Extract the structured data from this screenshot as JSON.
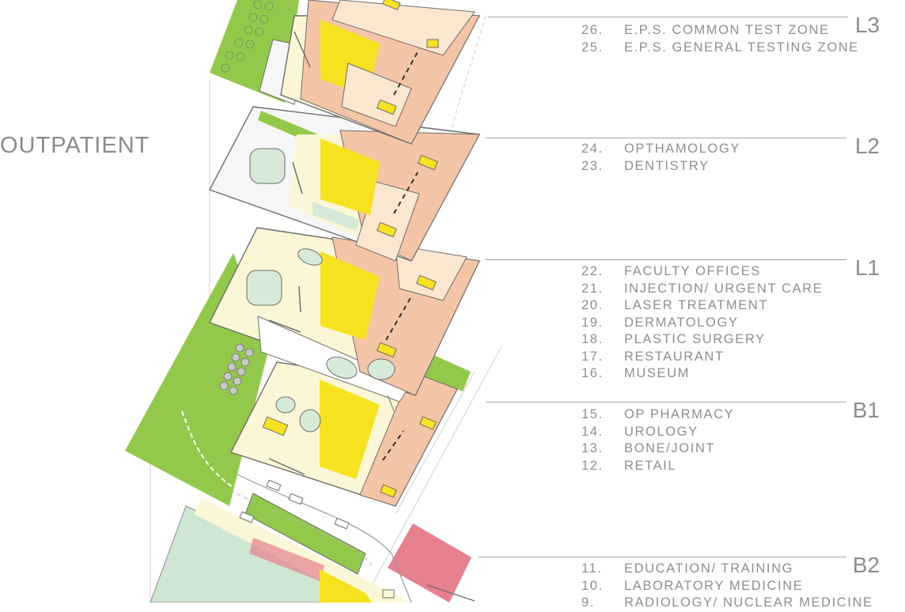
{
  "section_title": "OUTPATIENT",
  "levels": [
    {
      "id": "L3",
      "label": "L3",
      "rooms": [
        {
          "num": "26.",
          "name": "E.P.S. COMMON TEST ZONE"
        },
        {
          "num": "25.",
          "name": "E.P.S. GENERAL TESTING ZONE"
        }
      ]
    },
    {
      "id": "L2",
      "label": "L2",
      "rooms": [
        {
          "num": "24.",
          "name": "OPTHAMOLOGY"
        },
        {
          "num": "23.",
          "name": "DENTISTRY"
        }
      ]
    },
    {
      "id": "L1",
      "label": "L1",
      "rooms": [
        {
          "num": "22.",
          "name": "FACULTY OFFICES"
        },
        {
          "num": "21.",
          "name": "INJECTION/ URGENT CARE"
        },
        {
          "num": "20.",
          "name": "LASER TREATMENT"
        },
        {
          "num": "19.",
          "name": "DERMATOLOGY"
        },
        {
          "num": "18.",
          "name": "PLASTIC SURGERY"
        },
        {
          "num": "17.",
          "name": "RESTAURANT"
        },
        {
          "num": "16.",
          "name": "MUSEUM"
        }
      ]
    },
    {
      "id": "B1",
      "label": "B1",
      "rooms": [
        {
          "num": "15.",
          "name": "OP PHARMACY"
        },
        {
          "num": "14.",
          "name": "UROLOGY"
        },
        {
          "num": "13.",
          "name": "BONE/JOINT"
        },
        {
          "num": "12.",
          "name": "RETAIL"
        }
      ]
    },
    {
      "id": "B2",
      "label": "B2",
      "rooms": [
        {
          "num": "11.",
          "name": "EDUCATION/ TRAINING"
        },
        {
          "num": "10.",
          "name": "LABORATORY MEDICINE"
        },
        {
          "num": "9.",
          "name": "RADIOLOGY/ NUCLEAR MEDICINE"
        }
      ]
    }
  ],
  "zone_colors": {
    "clinic": "#f4c4a6",
    "clinic_band": "#fbe6d0",
    "public": "#fbf7d6",
    "core": "#f6e21e",
    "landscape": "#93c94a",
    "ground_green": "#cfe6d2",
    "service": "#e67f8e",
    "water": "#d7ead8",
    "open_terrace": "#f6f6f6",
    "linework": "#6e6e6e"
  }
}
